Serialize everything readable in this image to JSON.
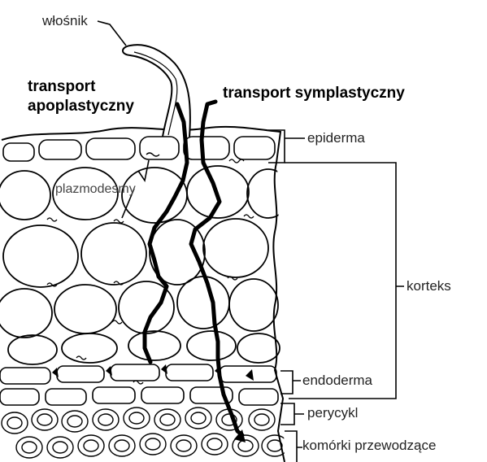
{
  "labels": {
    "root_hair": "włośnik",
    "apoplastic_line1": "transport",
    "apoplastic_line2": "apoplastyczny",
    "symplastic": "transport symplastyczny",
    "epidermis": "epiderma",
    "plasmodesmata": "plazmodesmy",
    "cortex": "korteks",
    "endodermis": "endoderma",
    "pericycle": "perycykl",
    "vascular": "komórki przewodzące"
  }
}
